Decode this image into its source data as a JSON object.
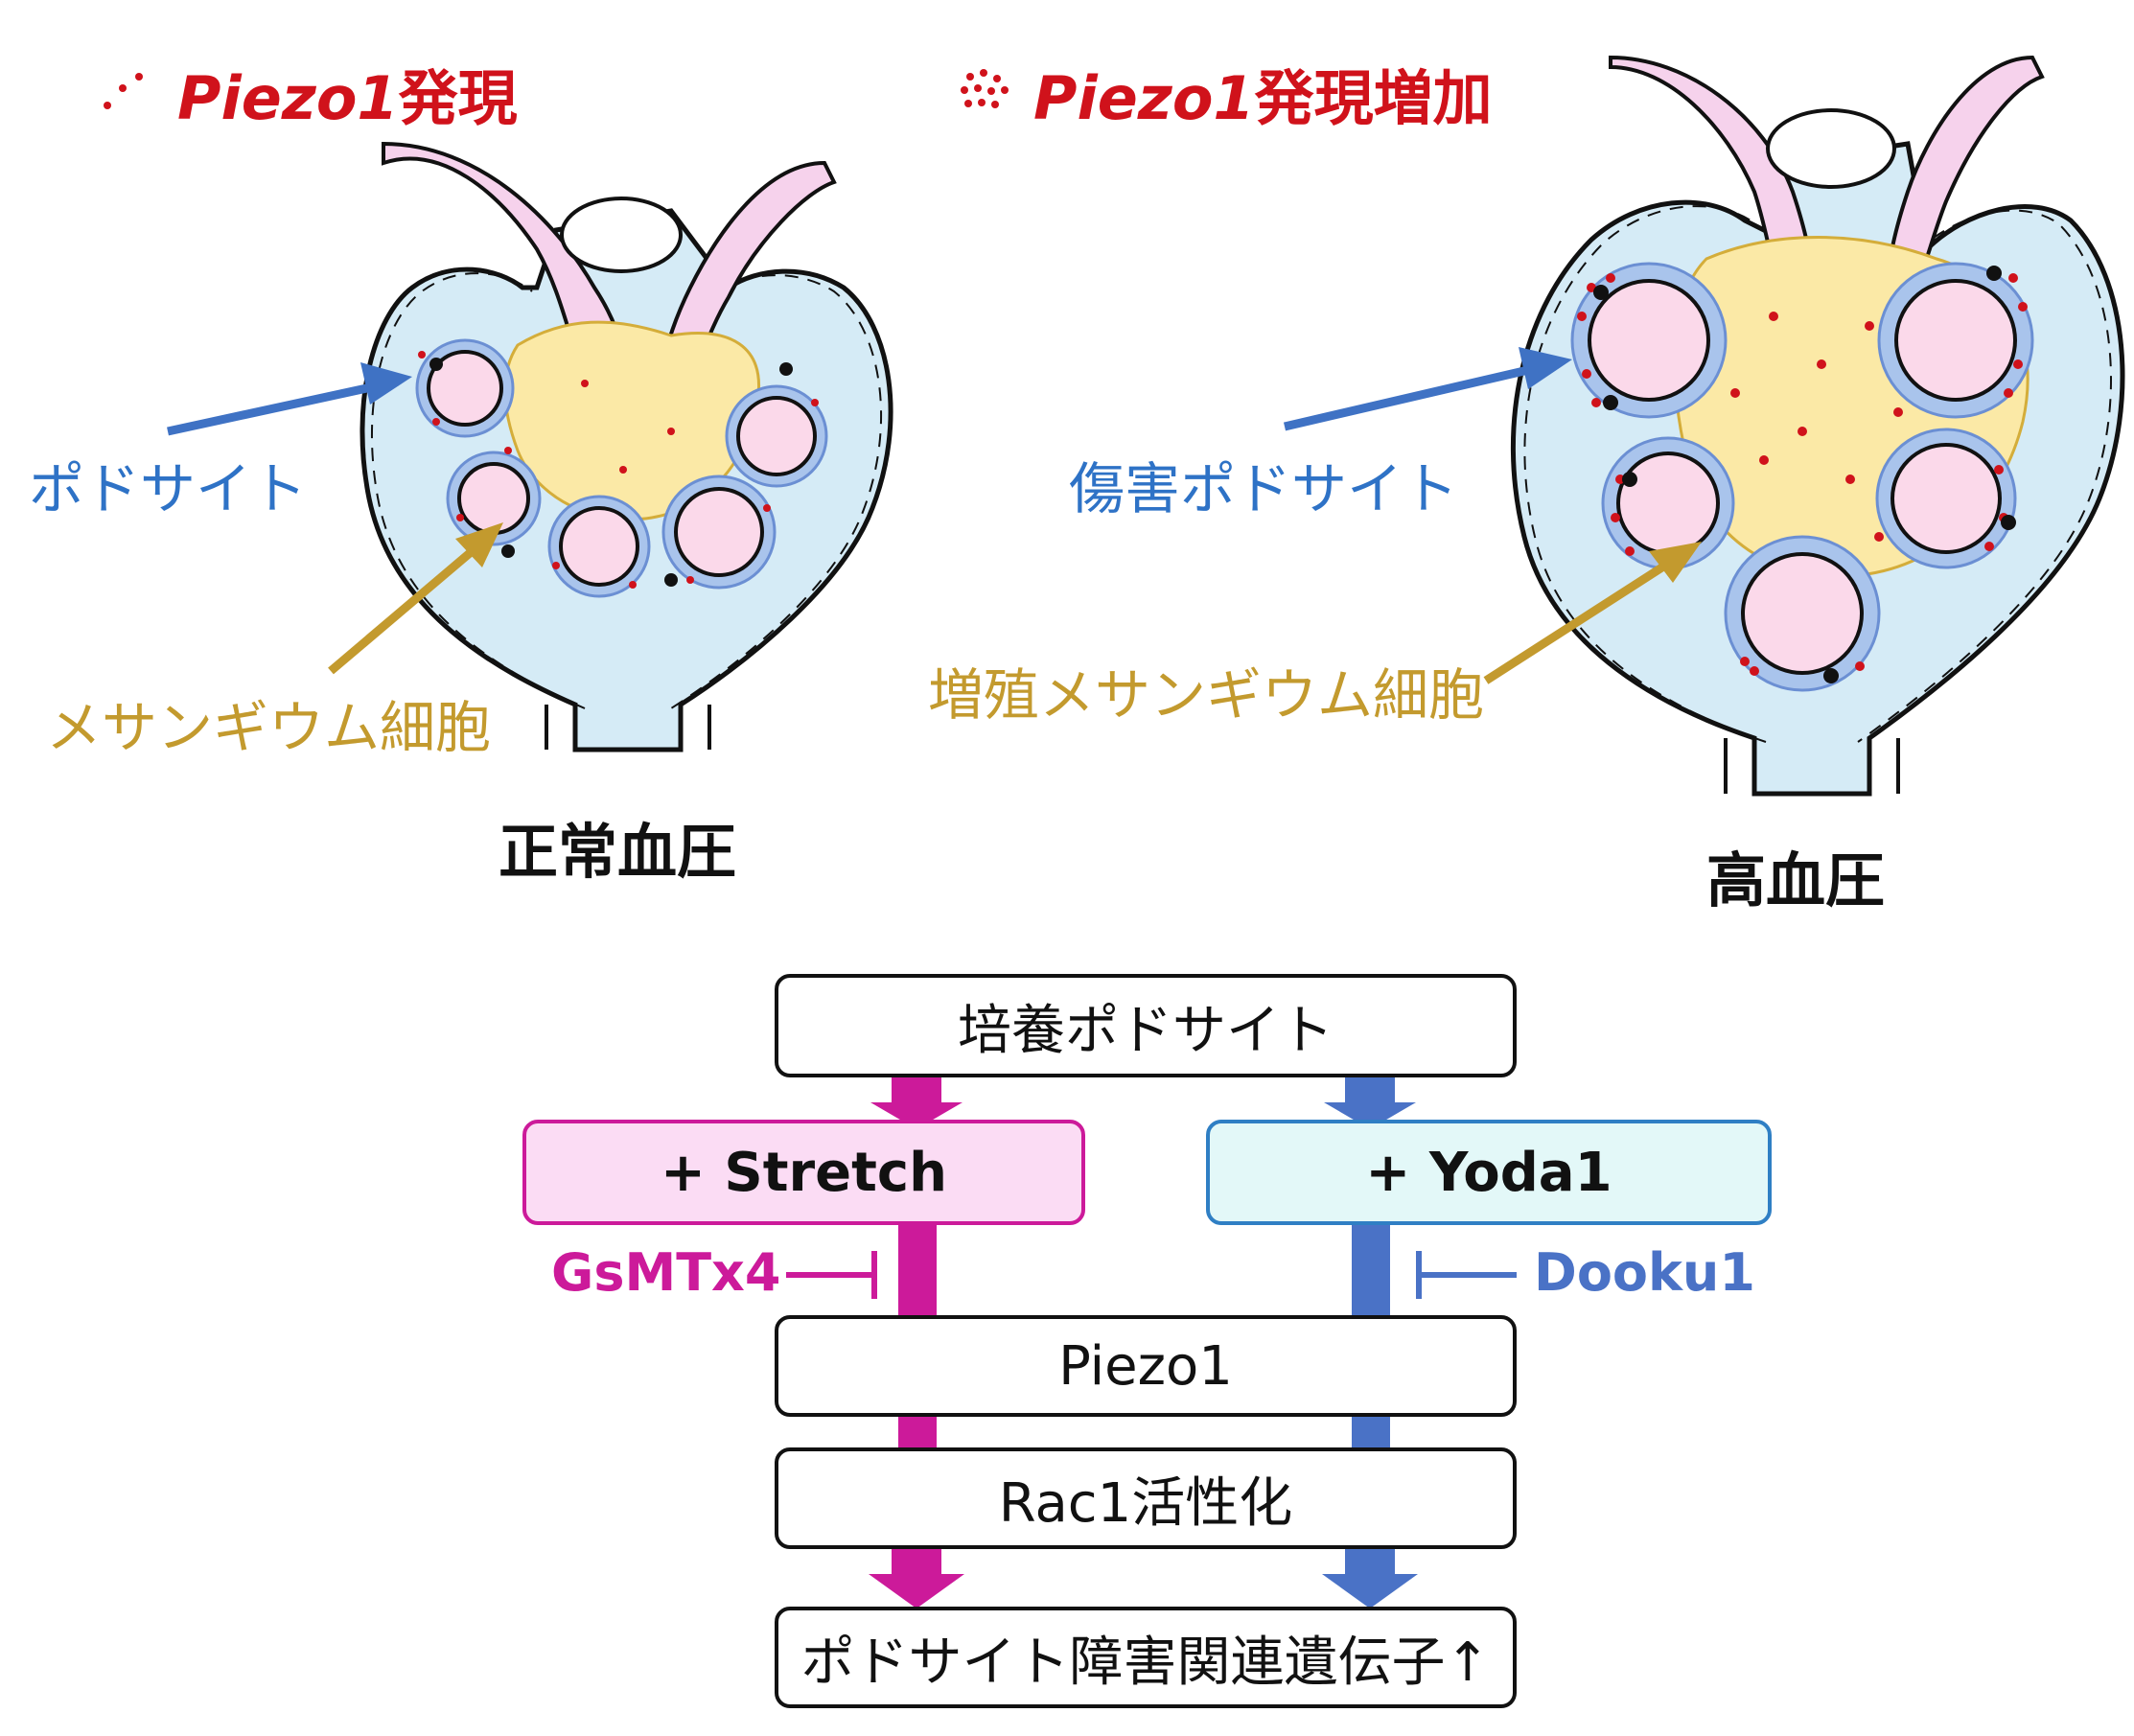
{
  "legend": {
    "normal_expression": {
      "gene": "Piezo1",
      "suffix": "発現"
    },
    "increased_expression": {
      "gene": "Piezo1",
      "suffix": "発現増加"
    }
  },
  "left_panel": {
    "podocyte_label": "ポドサイト",
    "mesangial_label": "メサンギウム細胞",
    "condition": "正常血圧"
  },
  "right_panel": {
    "podocyte_label": "傷害ポドサイト",
    "mesangial_label": "増殖メサンギウム細胞",
    "condition": "高血圧"
  },
  "flow": {
    "top": "培養ポドサイト",
    "stretch": "+ Stretch",
    "yoda": "+ Yoda1",
    "inhibitor_left": "GsMTx4",
    "inhibitor_right": "Dooku1",
    "piezo": "Piezo1",
    "rac": "Rac1活性化",
    "bottom": "ポドサイト障害関連遺伝子↑"
  },
  "colors": {
    "expression_dot": "#d0121b",
    "podocyte_arrow": "#3f72c4",
    "mesangial_arrow": "#c39a2e",
    "stretch_path": "#cc1a9a",
    "yoda_path": "#4a72c6",
    "capsule_fill": "#d5ebf6",
    "mesangium_fill": "#fbe9a6",
    "capillary_fill": "#fbd9ea",
    "podocyte_fill": "#a9c4ec"
  }
}
